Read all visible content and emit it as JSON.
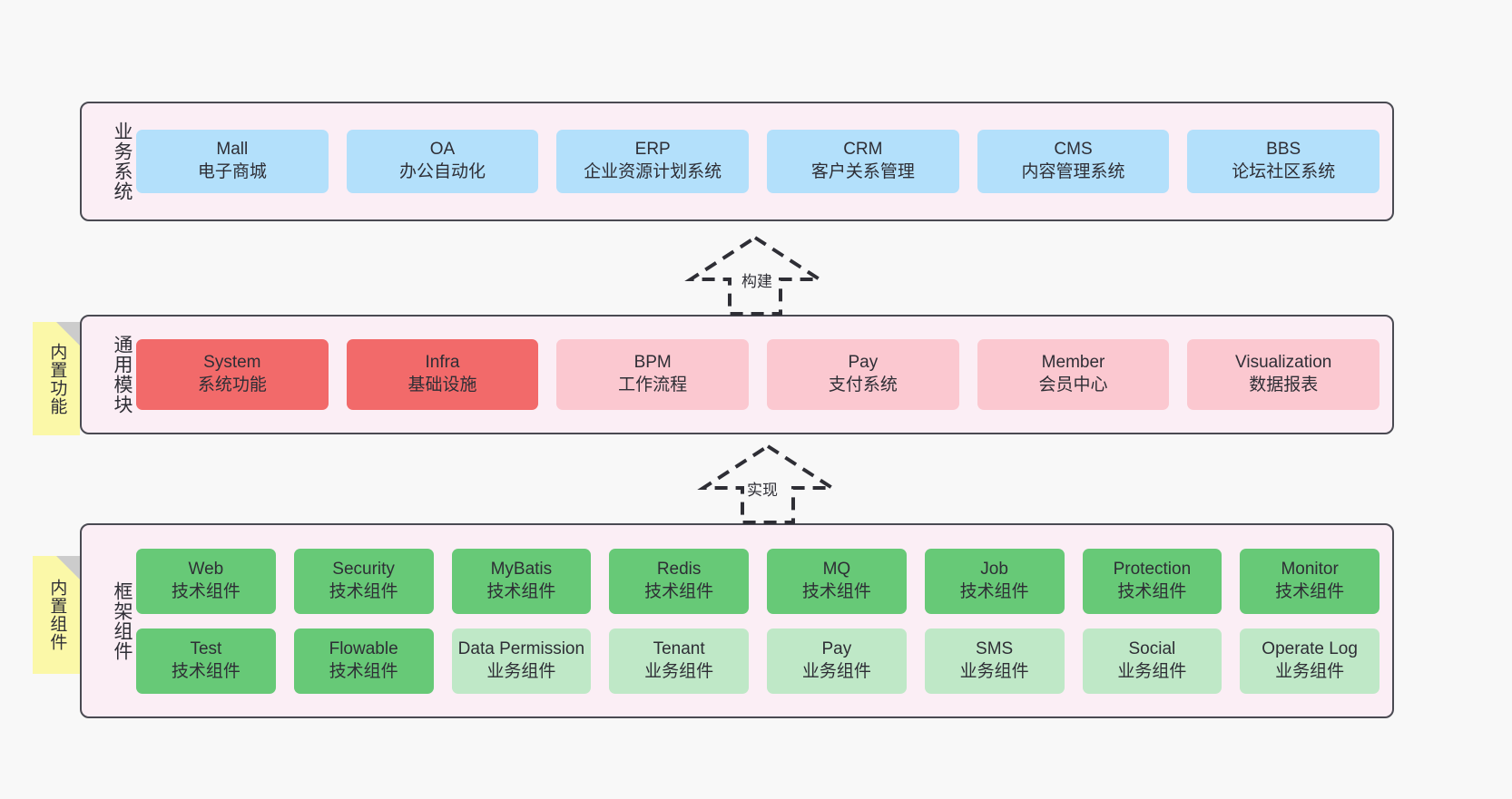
{
  "diagram": {
    "background_color": "#f8f8f8",
    "layer_fill": "#fbeef5",
    "layer_border": "#4a4a52",
    "note_color": "#fbf8a8"
  },
  "layers": [
    {
      "id": "business",
      "title": "业务系统",
      "cards": [
        {
          "en": "Mall",
          "cn": "电子商城",
          "color": "#b3e0fb"
        },
        {
          "en": "OA",
          "cn": "办公自动化",
          "color": "#b3e0fb"
        },
        {
          "en": "ERP",
          "cn": "企业资源计划系统",
          "color": "#b3e0fb"
        },
        {
          "en": "CRM",
          "cn": "客户关系管理",
          "color": "#b3e0fb"
        },
        {
          "en": "CMS",
          "cn": "内容管理系统",
          "color": "#b3e0fb"
        },
        {
          "en": "BBS",
          "cn": "论坛社区系统",
          "color": "#b3e0fb"
        }
      ]
    },
    {
      "id": "common",
      "title": "通用模块",
      "note": "内置功能",
      "cards": [
        {
          "en": "System",
          "cn": "系统功能",
          "color": "#f26a6a"
        },
        {
          "en": "Infra",
          "cn": "基础设施",
          "color": "#f26a6a"
        },
        {
          "en": "BPM",
          "cn": "工作流程",
          "color": "#fbc8d0"
        },
        {
          "en": "Pay",
          "cn": "支付系统",
          "color": "#fbc8d0"
        },
        {
          "en": "Member",
          "cn": "会员中心",
          "color": "#fbc8d0"
        },
        {
          "en": "Visualization",
          "cn": "数据报表",
          "color": "#fbc8d0"
        }
      ]
    },
    {
      "id": "framework",
      "title": "框架组件",
      "note": "内置组件",
      "rows": [
        [
          {
            "en": "Web",
            "cn": "技术组件",
            "color": "#67c977"
          },
          {
            "en": "Security",
            "cn": "技术组件",
            "color": "#67c977"
          },
          {
            "en": "MyBatis",
            "cn": "技术组件",
            "color": "#67c977"
          },
          {
            "en": "Redis",
            "cn": "技术组件",
            "color": "#67c977"
          },
          {
            "en": "MQ",
            "cn": "技术组件",
            "color": "#67c977"
          },
          {
            "en": "Job",
            "cn": "技术组件",
            "color": "#67c977"
          },
          {
            "en": "Protection",
            "cn": "技术组件",
            "color": "#67c977"
          },
          {
            "en": "Monitor",
            "cn": "技术组件",
            "color": "#67c977"
          }
        ],
        [
          {
            "en": "Test",
            "cn": "技术组件",
            "color": "#67c977"
          },
          {
            "en": "Flowable",
            "cn": "技术组件",
            "color": "#67c977"
          },
          {
            "en": "Data Permission",
            "cn": "业务组件",
            "color": "#bfe8c7"
          },
          {
            "en": "Tenant",
            "cn": "业务组件",
            "color": "#bfe8c7"
          },
          {
            "en": "Pay",
            "cn": "业务组件",
            "color": "#bfe8c7"
          },
          {
            "en": "SMS",
            "cn": "业务组件",
            "color": "#bfe8c7"
          },
          {
            "en": "Social",
            "cn": "业务组件",
            "color": "#bfe8c7"
          },
          {
            "en": "Operate Log",
            "cn": "业务组件",
            "color": "#bfe8c7"
          }
        ]
      ]
    }
  ],
  "arrows": [
    {
      "id": "build",
      "label": "构建",
      "direction": "up",
      "style": "dashed-hollow"
    },
    {
      "id": "impl",
      "label": "实现",
      "direction": "up",
      "style": "dashed-hollow"
    }
  ]
}
